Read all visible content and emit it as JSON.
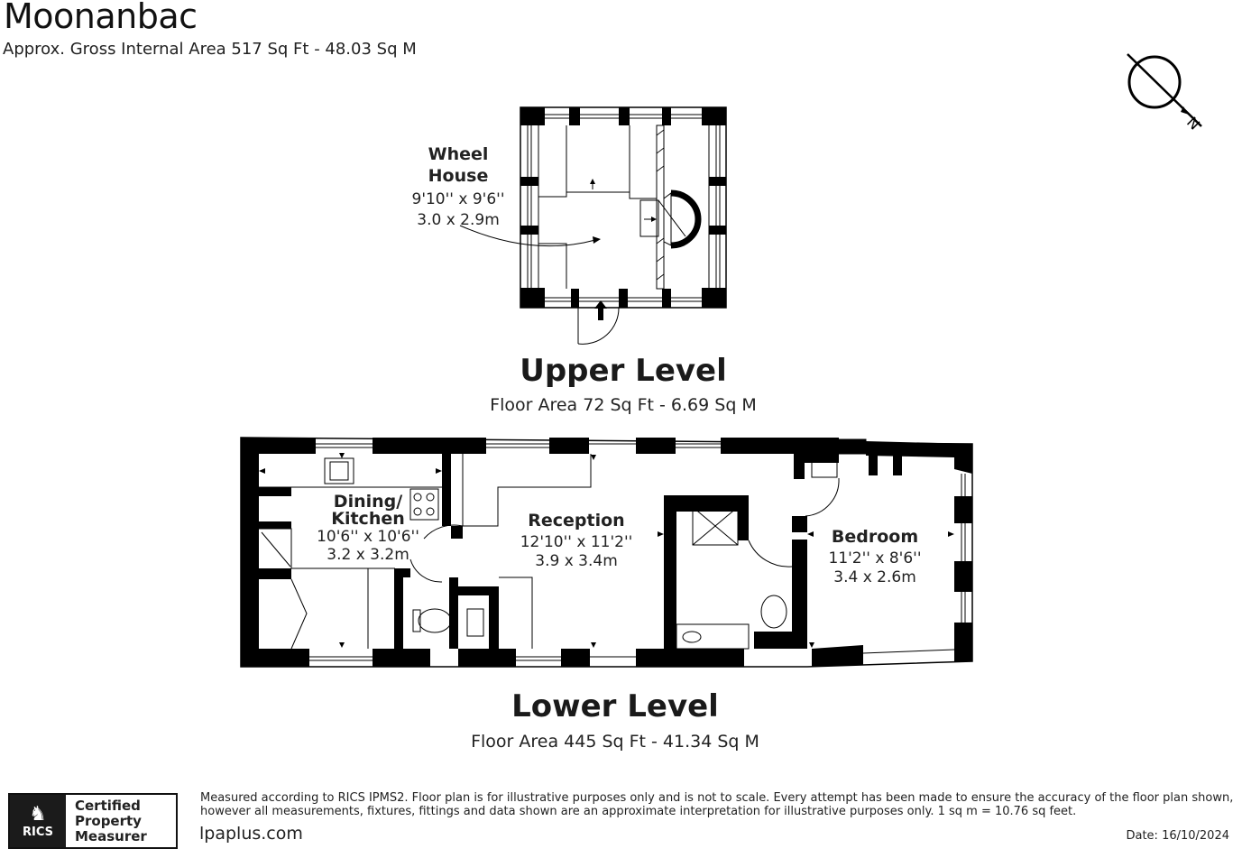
{
  "header": {
    "property_name": "Moonanbac",
    "gross_area": "Approx. Gross Internal Area 517 Sq Ft - 48.03 Sq M"
  },
  "compass": {
    "label": "N"
  },
  "upper_level": {
    "title": "Upper Level",
    "floor_area": "Floor Area 72 Sq Ft - 6.69 Sq M",
    "rooms": [
      {
        "name_line1": "Wheel",
        "name_line2": "House",
        "imperial": "9'10'' x 9'6''",
        "metric": "3.0 x 2.9m"
      }
    ]
  },
  "lower_level": {
    "title": "Lower Level",
    "floor_area": "Floor Area 445 Sq Ft - 41.34 Sq M",
    "rooms": [
      {
        "name_line1": "Dining/",
        "name_line2": "Kitchen",
        "imperial": "10'6'' x 10'6''",
        "metric": "3.2 x 3.2m"
      },
      {
        "name_line1": "Reception",
        "imperial": "12'10'' x 11'2''",
        "metric": "3.9 x 3.4m"
      },
      {
        "name_line1": "Bedroom",
        "imperial": "11'2'' x 8'6''",
        "metric": "3.4 x 2.6m"
      }
    ]
  },
  "footer": {
    "rics_mark": "RICS",
    "certified_line1": "Certified",
    "certified_line2": "Property",
    "certified_line3": "Measurer",
    "disclaimer": "Measured according to RICS IPMS2. Floor plan is for illustrative purposes only and is not to scale. Every attempt has been made to ensure the accuracy of the floor plan shown, however all measurements, fixtures, fittings and data shown are an approximate interpretation for illustrative purposes only. 1 sq m = 10.76 sq feet.",
    "website": "lpaplus.com",
    "date": "Date: 16/10/2024"
  }
}
